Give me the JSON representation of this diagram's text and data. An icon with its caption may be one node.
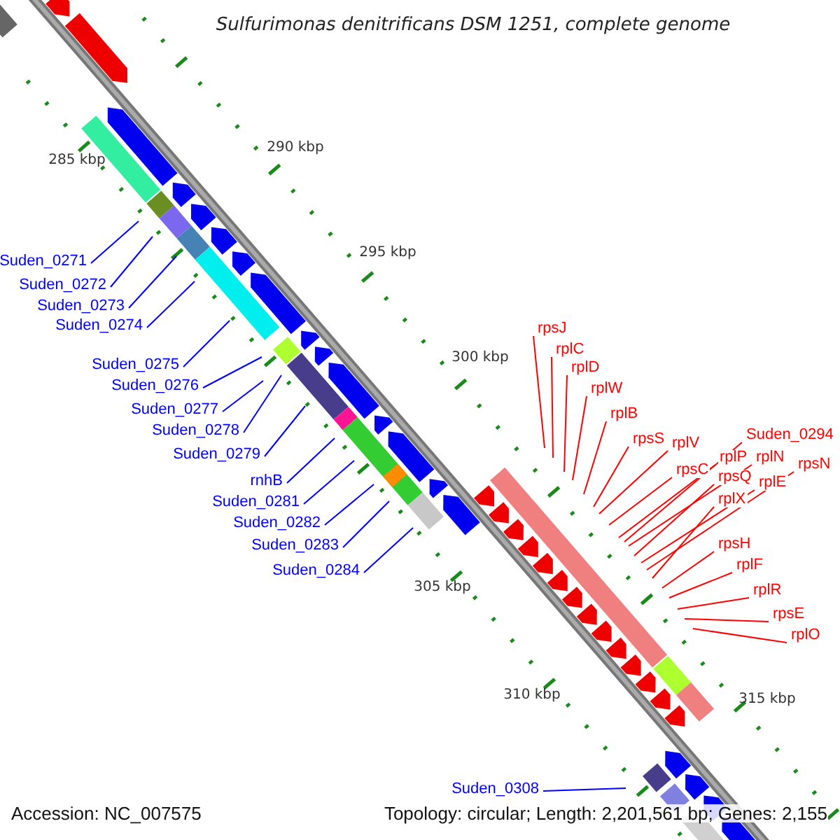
{
  "diagram": {
    "title": "Sulfurimonas denitrificans DSM 1251, complete genome",
    "nodes": [
      {
        "text": [
          "Suden_0271"
        ]
      },
      {
        "text": [
          "Suden_0272"
        ]
      },
      {
        "text": [
          "Suden_0273"
        ]
      },
      {
        "text": [
          "Suden_0274"
        ]
      },
      {
        "text": [
          "Suden_0275"
        ]
      },
      {
        "text": [
          "Suden_0276"
        ]
      },
      {
        "text": [
          "Suden_0277"
        ]
      },
      {
        "text": [
          "Suden_0278"
        ]
      },
      {
        "text": [
          "Suden_0279"
        ]
      },
      {
        "text": [
          "rnhB"
        ]
      },
      {
        "text": [
          "Suden_0281"
        ]
      },
      {
        "text": [
          "Suden_0282"
        ]
      },
      {
        "text": [
          "Suden_0283"
        ]
      },
      {
        "text": [
          "Suden_0284"
        ]
      },
      {
        "text": [
          "rpsJ"
        ]
      },
      {
        "text": [
          "rplC"
        ]
      },
      {
        "text": [
          "rplD"
        ]
      },
      {
        "text": [
          "rplW"
        ]
      },
      {
        "text": [
          "rplB"
        ]
      },
      {
        "text": [
          "rpsS"
        ]
      },
      {
        "text": [
          "rplV"
        ]
      },
      {
        "text": [
          "rpsC"
        ]
      },
      {
        "text": [
          "rplP"
        ]
      },
      {
        "text": [
          "Suden_0294"
        ]
      },
      {
        "text": [
          "rplN"
        ]
      },
      {
        "text": [
          "rpsQ"
        ]
      },
      {
        "text": [
          "rplE"
        ]
      },
      {
        "text": [
          "rpsN"
        ]
      },
      {
        "text": [
          "rplX"
        ]
      },
      {
        "text": [
          "rpsH"
        ]
      },
      {
        "text": [
          "rplF"
        ]
      },
      {
        "text": [
          "rplR"
        ]
      },
      {
        "text": [
          "rpsE"
        ]
      },
      {
        "text": [
          "rplO"
        ]
      },
      {
        "text": [
          "Suden_0308"
        ]
      }
    ],
    "edges": [
      {
        "from": 0,
        "to": null,
        "arrow": "none",
        "color": "#0000ff"
      },
      {
        "from": 1,
        "to": null,
        "arrow": "none",
        "color": "#0000ff"
      },
      {
        "from": 2,
        "to": null,
        "arrow": "none",
        "color": "#0000ff"
      },
      {
        "from": 3,
        "to": null,
        "arrow": "none",
        "color": "#0000ff"
      },
      {
        "from": 4,
        "to": null,
        "arrow": "none",
        "color": "#0000ff"
      },
      {
        "from": 5,
        "to": null,
        "arrow": "none",
        "color": "#0000ff"
      },
      {
        "from": 6,
        "to": null,
        "arrow": "none",
        "color": "#0000ff"
      },
      {
        "from": 7,
        "to": null,
        "arrow": "none",
        "color": "#0000ff"
      },
      {
        "from": 8,
        "to": null,
        "arrow": "none",
        "color": "#0000ff"
      },
      {
        "from": 9,
        "to": null,
        "arrow": "none",
        "color": "#0000ff"
      },
      {
        "from": 10,
        "to": null,
        "arrow": "none",
        "color": "#0000ff"
      },
      {
        "from": 11,
        "to": null,
        "arrow": "none",
        "color": "#0000ff"
      },
      {
        "from": 12,
        "to": null,
        "arrow": "none",
        "color": "#0000ff"
      },
      {
        "from": 13,
        "to": null,
        "arrow": "none",
        "color": "#0000ff"
      },
      {
        "from": 14,
        "to": null,
        "arrow": "none"
      },
      {
        "from": 15,
        "to": null,
        "arrow": "none"
      },
      {
        "from": 16,
        "to": null,
        "arrow": "none"
      },
      {
        "from": 17,
        "to": null,
        "arrow": "none"
      },
      {
        "from": 18,
        "to": null,
        "arrow": "none"
      },
      {
        "from": 19,
        "to": null,
        "arrow": "none"
      },
      {
        "from": 20,
        "to": null,
        "arrow": "none"
      },
      {
        "from": 21,
        "to": null,
        "arrow": "none"
      },
      {
        "from": 22,
        "to": null,
        "arrow": "none"
      },
      {
        "from": 23,
        "to": null,
        "arrow": "none"
      },
      {
        "from": 24,
        "to": null,
        "arrow": "none"
      },
      {
        "from": 25,
        "to": null,
        "arrow": "none"
      },
      {
        "from": 26,
        "to": null,
        "arrow": "none"
      },
      {
        "from": 27,
        "to": null,
        "arrow": "none"
      },
      {
        "from": 28,
        "to": null,
        "arrow": "none"
      },
      {
        "from": 29,
        "to": null,
        "arrow": "none"
      },
      {
        "from": 30,
        "to": null,
        "arrow": "none"
      },
      {
        "from": 31,
        "to": null,
        "arrow": "none"
      },
      {
        "from": 32,
        "to": null,
        "arrow": "none"
      },
      {
        "from": 33,
        "to": null,
        "arrow": "none"
      },
      {
        "from": 34,
        "to": null,
        "arrow": "none",
        "color": "#0000ff"
      }
    ],
    "labels": [
      "285 kbp",
      "290 kbp",
      "295 kbp",
      "300 kbp",
      "305 kbp",
      "310 kbp",
      "315 kbp",
      "Accession: NC_007575",
      "Topology: circular; Length: 2,201,561 bp; Genes: 2,155"
    ]
  }
}
